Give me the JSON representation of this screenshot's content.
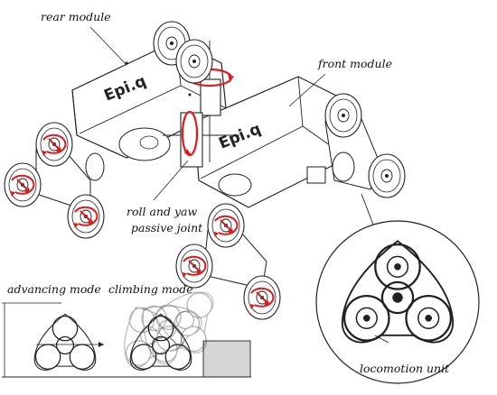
{
  "labels": {
    "rear_module": "rear module",
    "front_module": "front module",
    "roll_yaw_line1": "roll and yaw",
    "roll_yaw_line2": "passive joint",
    "advancing_mode": "advancing mode",
    "climbing_mode": "climbing mode",
    "locomotion_unit": "locomotion unit"
  },
  "brand": {
    "rear_text": "Epi.q",
    "front_text": "Epi.q"
  },
  "colors": {
    "line": "#222222",
    "rotation_arrow": "#e0191b",
    "step": "#d6d6d6"
  }
}
